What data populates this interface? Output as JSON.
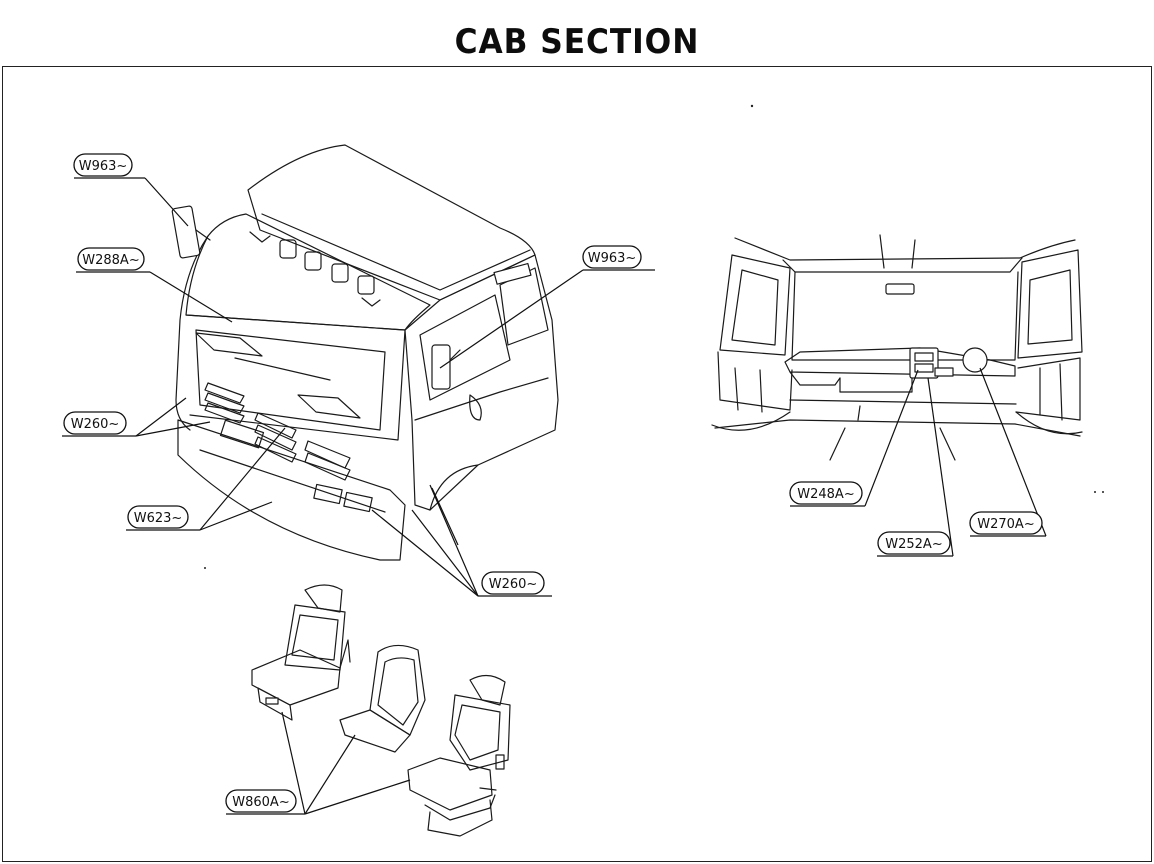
{
  "page": {
    "title": "CAB SECTION"
  },
  "callouts": {
    "w963_left": "W963~",
    "w288a": "W288A~",
    "w260_left": "W260~",
    "w623": "W623~",
    "w260_right": "W260~",
    "w963_right": "W963~",
    "w248a": "W248A~",
    "w252a": "W252A~",
    "w270a": "W270A~",
    "w860a": "W860A~"
  }
}
